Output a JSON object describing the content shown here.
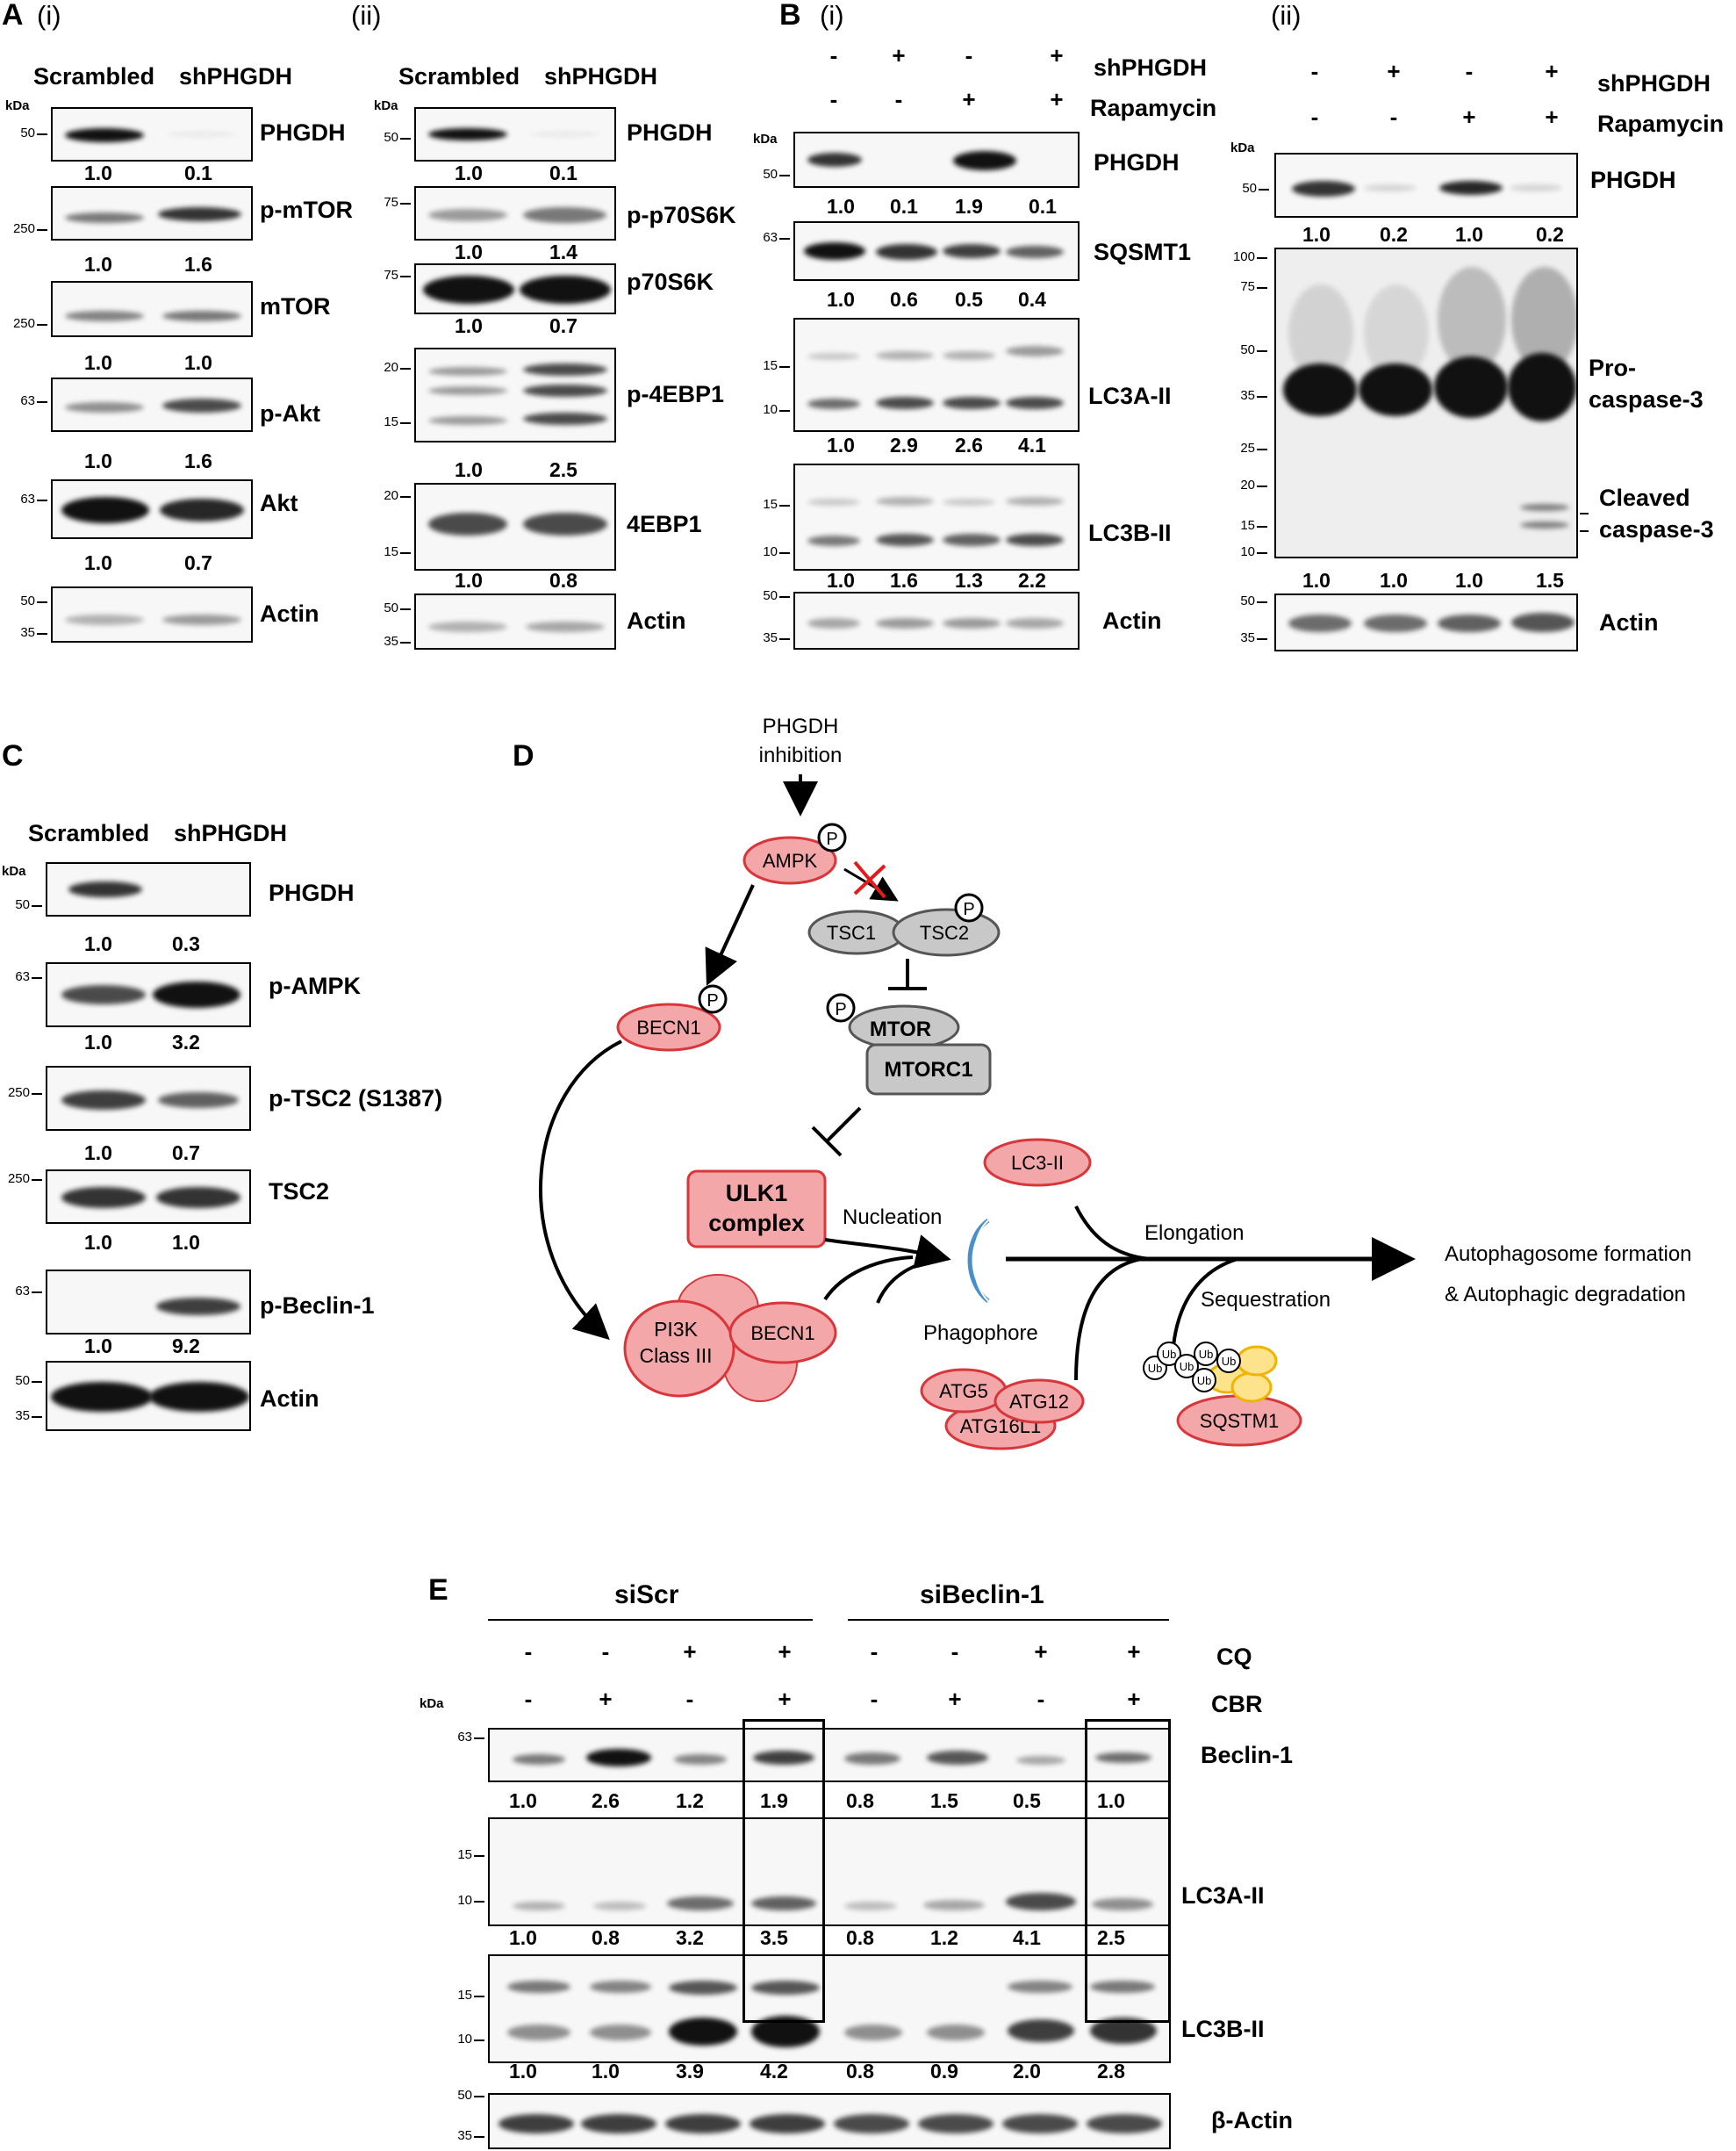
{
  "panelA": {
    "label": "A",
    "sublabel_i": "(i)",
    "sublabel_ii": "(ii)",
    "groups": [
      "Scrambled",
      "shPHGDH"
    ],
    "kda": "kDa",
    "i_rows": [
      {
        "name": "PHGDH",
        "mw": [
          "50"
        ],
        "quant": [
          "1.0",
          "0.1"
        ]
      },
      {
        "name": "p-mTOR",
        "mw": [
          "250"
        ],
        "quant": [
          "1.0",
          "1.6"
        ]
      },
      {
        "name": "mTOR",
        "mw": [
          "250"
        ],
        "quant": [
          "1.0",
          "1.0"
        ]
      },
      {
        "name": "p-Akt",
        "mw": [
          "63"
        ],
        "quant": [
          "1.0",
          "1.6"
        ]
      },
      {
        "name": "Akt",
        "mw": [
          "63"
        ],
        "quant": [
          "1.0",
          "0.7"
        ]
      },
      {
        "name": "Actin",
        "mw": [
          "50",
          "35"
        ],
        "quant": []
      }
    ],
    "ii_rows": [
      {
        "name": "PHGDH",
        "mw": [
          "50"
        ],
        "quant": [
          "1.0",
          "0.1"
        ]
      },
      {
        "name": "p-p70S6K",
        "mw": [
          "75"
        ],
        "quant": [
          "1.0",
          "1.4"
        ]
      },
      {
        "name": "p70S6K",
        "mw": [
          "75"
        ],
        "quant": [
          "1.0",
          "0.7"
        ]
      },
      {
        "name": "p-4EBP1",
        "mw": [
          "20",
          "15"
        ],
        "quant": [
          "1.0",
          "2.5"
        ]
      },
      {
        "name": "4EBP1",
        "mw": [
          "20",
          "15"
        ],
        "quant": [
          "1.0",
          "0.8"
        ]
      },
      {
        "name": "Actin",
        "mw": [
          "50",
          "35"
        ],
        "quant": []
      }
    ]
  },
  "panelB": {
    "label": "B",
    "sublabel_i": "(i)",
    "sublabel_ii": "(ii)",
    "kda": "kDa",
    "cond1": "shPHGDH",
    "cond2": "Rapamycin",
    "signs1": [
      "-",
      "+",
      "-",
      "+"
    ],
    "signs2": [
      "-",
      "-",
      "+",
      "+"
    ],
    "i_rows": [
      {
        "name": "PHGDH",
        "mw": [
          "50"
        ],
        "quant": [
          "1.0",
          "0.1",
          "1.9",
          "0.1"
        ]
      },
      {
        "name": "SQSMT1",
        "mw": [
          "63"
        ],
        "quant": [
          "1.0",
          "0.6",
          "0.5",
          "0.4"
        ]
      },
      {
        "name": "LC3A-II",
        "mw": [
          "15",
          "10"
        ],
        "quant": [
          "1.0",
          "2.9",
          "2.6",
          "4.1"
        ]
      },
      {
        "name": "LC3B-II",
        "mw": [
          "15",
          "10"
        ],
        "quant": [
          "1.0",
          "1.6",
          "1.3",
          "2.2"
        ]
      },
      {
        "name": "Actin",
        "mw": [
          "50",
          "35"
        ],
        "quant": []
      }
    ],
    "ii_rows": [
      {
        "name": "PHGDH",
        "mw": [
          "50"
        ],
        "quant": [
          "1.0",
          "0.2",
          "1.0",
          "0.2"
        ]
      },
      {
        "name": "Pro-",
        "name2": "caspase-3",
        "mw": [
          "100",
          "75",
          "50",
          "35",
          "25",
          "20",
          "15",
          "10"
        ],
        "quant": [
          "1.0",
          "1.0",
          "1.0",
          "1.5"
        ]
      },
      {
        "name": "Cleaved",
        "name2": "caspase-3"
      },
      {
        "name": "Actin",
        "mw": [
          "50",
          "35"
        ],
        "quant": []
      }
    ]
  },
  "panelC": {
    "label": "C",
    "groups": [
      "Scrambled",
      "shPHGDH"
    ],
    "kda": "kDa",
    "rows": [
      {
        "name": "PHGDH",
        "mw": [
          "50"
        ],
        "quant": [
          "1.0",
          "0.3"
        ]
      },
      {
        "name": "p-AMPK",
        "mw": [
          "63"
        ],
        "quant": [
          "1.0",
          "3.2"
        ]
      },
      {
        "name": "p-TSC2 (S1387)",
        "mw": [
          "250"
        ],
        "quant": [
          "1.0",
          "0.7"
        ]
      },
      {
        "name": "TSC2",
        "mw": [
          "250"
        ],
        "quant": [
          "1.0",
          "1.0"
        ]
      },
      {
        "name": "p-Beclin-1",
        "mw": [
          "63"
        ],
        "quant": [
          "1.0",
          "9.2"
        ]
      },
      {
        "name": "Actin",
        "mw": [
          "50",
          "35"
        ],
        "quant": []
      }
    ]
  },
  "panelD": {
    "label": "D",
    "inhibition": [
      "PHGDH",
      "inhibition"
    ],
    "ampk": "AMPK",
    "p": "P",
    "tsc1": "TSC1",
    "tsc2": "TSC2",
    "mtor": "MTOR",
    "mtorc1": "MTORC1",
    "becn1": "BECN1",
    "ulk1": [
      "ULK1",
      "complex"
    ],
    "pi3k": [
      "PI3K",
      "Class III"
    ],
    "becn1b": "BECN1",
    "nucleation": "Nucleation",
    "phagophore": "Phagophore",
    "lc3": "LC3-II",
    "elongation": "Elongation",
    "sequestration": "Sequestration",
    "outcome": [
      "Autophagosome formation",
      "& Autophagic degradation"
    ],
    "atg5": "ATG5",
    "atg12": "ATG12",
    "atg16l1": "ATG16L1",
    "ub": "Ub",
    "sqstm1": "SQSTM1"
  },
  "panelE": {
    "label": "E",
    "group1": "siScr",
    "group2": "siBeclin-1",
    "kda": "kDa",
    "cond1": "CQ",
    "cond2": "CBR",
    "signs1": [
      "-",
      "-",
      "+",
      "+",
      "-",
      "-",
      "+",
      "+"
    ],
    "signs2": [
      "-",
      "+",
      "-",
      "+",
      "-",
      "+",
      "-",
      "+"
    ],
    "rows": [
      {
        "name": "Beclin-1",
        "mw": [
          "63"
        ],
        "quant": [
          "1.0",
          "2.6",
          "1.2",
          "1.9",
          "0.8",
          "1.5",
          "0.5",
          "1.0"
        ]
      },
      {
        "name": "LC3A-II",
        "mw": [
          "15",
          "10"
        ],
        "quant": [
          "1.0",
          "0.8",
          "3.2",
          "3.5",
          "0.8",
          "1.2",
          "4.1",
          "2.5"
        ]
      },
      {
        "name": "LC3B-II",
        "mw": [
          "15",
          "10"
        ],
        "quant": [
          "1.0",
          "1.0",
          "3.9",
          "4.2",
          "0.8",
          "0.9",
          "2.0",
          "2.8"
        ]
      },
      {
        "name": "β-Actin",
        "mw": [
          "50",
          "35"
        ],
        "quant": []
      }
    ]
  }
}
